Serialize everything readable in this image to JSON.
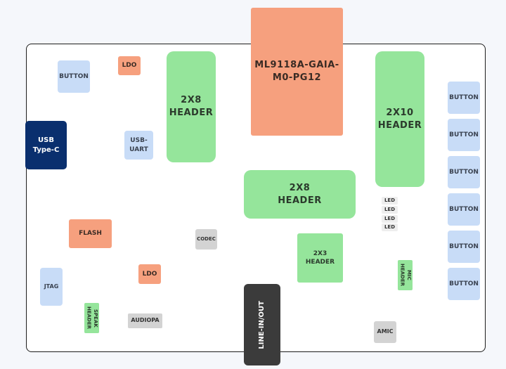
{
  "blocks": {
    "mcu": "ML9118A-GAIA-\nM0-PG12",
    "header_2x8_left": "2X8\nHEADER",
    "header_2x8_center": "2X8\nHEADER",
    "header_2x10": "2X10\nHEADER",
    "header_2x3": "2X3\nHEADER",
    "usb_typec": "USB\nType-C",
    "usb_uart": "USB-\nUART",
    "button_left": "BUTTON",
    "ldo_top": "LDO",
    "ldo_bottom": "LDO",
    "flash": "FLASH",
    "codec": "CODEC",
    "jtag": "JTAG",
    "speak_header": "SPEAK\nHEADER",
    "audiopa": "AUDIOPA",
    "line_in_out": "LINE-IN/OUT",
    "mic_header": "MIC\nHEADER",
    "amic": "AMIC",
    "leds": [
      "LED",
      "LED",
      "LED",
      "LED"
    ],
    "buttons_right": [
      "BUTTON",
      "BUTTON",
      "BUTTON",
      "BUTTON",
      "BUTTON",
      "BUTTON"
    ]
  },
  "colors": {
    "board_border": "#1c1c1c",
    "button_fill": "#c8dcf7",
    "power_fill": "#f6a07e",
    "header_fill": "#95e59b",
    "passive_fill": "#d3d3d3",
    "usb_fill": "#0a2f6e",
    "line_fill": "#3b3b3b"
  }
}
